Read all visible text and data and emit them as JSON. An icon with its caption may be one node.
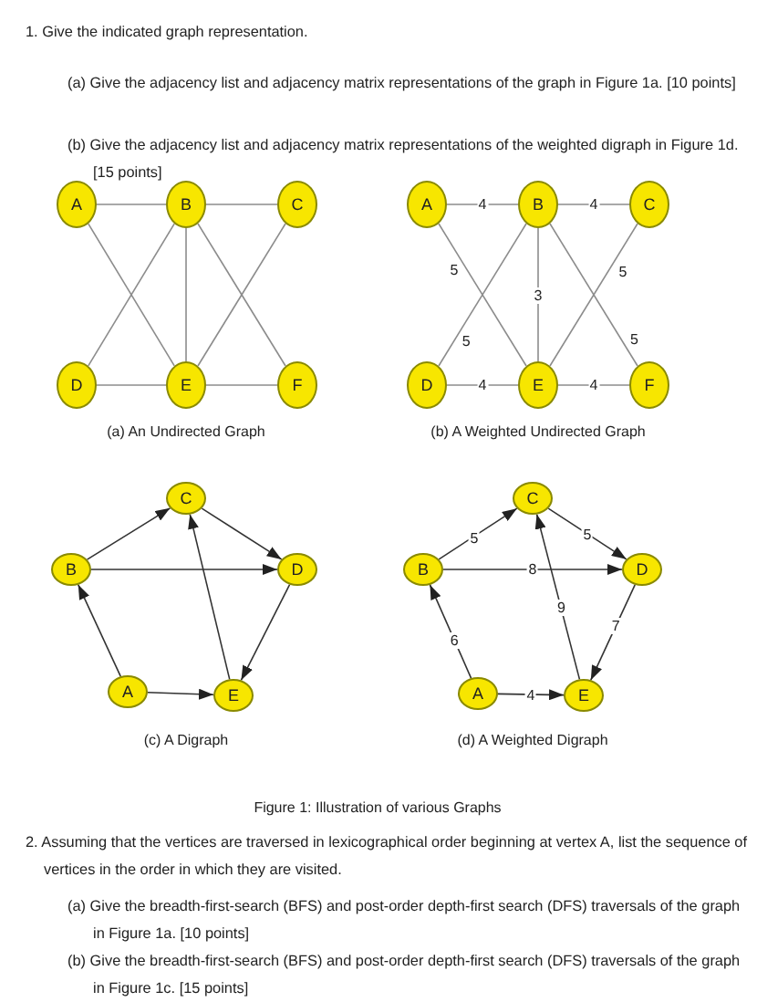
{
  "diagram": {
    "nodes": [
      {
        "text": [
          "A"
        ]
      },
      {
        "text": [
          "B"
        ]
      },
      {
        "text": [
          "C"
        ]
      },
      {
        "text": [
          "D"
        ]
      },
      {
        "text": [
          "E"
        ]
      },
      {
        "text": [
          "F"
        ]
      },
      {
        "text": [
          "A"
        ]
      },
      {
        "text": [
          "B"
        ]
      },
      {
        "text": [
          "C"
        ]
      },
      {
        "text": [
          "D"
        ]
      },
      {
        "text": [
          "E"
        ]
      },
      {
        "text": [
          "F"
        ]
      },
      {
        "text": [
          "C"
        ]
      },
      {
        "text": [
          "B"
        ]
      },
      {
        "text": [
          "D"
        ]
      },
      {
        "text": [
          "A"
        ]
      },
      {
        "text": [
          "E"
        ]
      },
      {
        "text": [
          "C"
        ]
      },
      {
        "text": [
          "B"
        ]
      },
      {
        "text": [
          "D"
        ]
      },
      {
        "text": [
          "A"
        ]
      },
      {
        "text": [
          "E"
        ]
      }
    ],
    "edges": [
      {
        "from": 0,
        "to": 1,
        "arrow": "none"
      },
      {
        "from": 1,
        "to": 2,
        "arrow": "none"
      },
      {
        "from": 0,
        "to": 4,
        "arrow": "none"
      },
      {
        "from": 1,
        "to": 3,
        "arrow": "none"
      },
      {
        "from": 1,
        "to": 4,
        "arrow": "none"
      },
      {
        "from": 1,
        "to": 5,
        "arrow": "none"
      },
      {
        "from": 2,
        "to": 4,
        "arrow": "none"
      },
      {
        "from": 3,
        "to": 4,
        "arrow": "none"
      },
      {
        "from": 4,
        "to": 5,
        "arrow": "none"
      },
      {
        "from": 6,
        "to": 7,
        "arrow": "none",
        "label": "4"
      },
      {
        "from": 7,
        "to": 8,
        "arrow": "none",
        "label": "4"
      },
      {
        "from": 6,
        "to": 10,
        "arrow": "none",
        "label": "5"
      },
      {
        "from": 7,
        "to": 9,
        "arrow": "none",
        "label": "5"
      },
      {
        "from": 7,
        "to": 10,
        "arrow": "none",
        "label": "3"
      },
      {
        "from": 7,
        "to": 11,
        "arrow": "none",
        "label": "5"
      },
      {
        "from": 8,
        "to": 10,
        "arrow": "none",
        "label": "5"
      },
      {
        "from": 9,
        "to": 10,
        "arrow": "none",
        "label": "4"
      },
      {
        "from": 10,
        "to": 11,
        "arrow": "none",
        "label": "4"
      },
      {
        "from": 13,
        "to": 12,
        "arrow": "to"
      },
      {
        "from": 12,
        "to": 14,
        "arrow": "to"
      },
      {
        "from": 13,
        "to": 14,
        "arrow": "to"
      },
      {
        "from": 15,
        "to": 13,
        "arrow": "to"
      },
      {
        "from": 16,
        "to": 12,
        "arrow": "to"
      },
      {
        "from": 14,
        "to": 16,
        "arrow": "to"
      },
      {
        "from": 15,
        "to": 16,
        "arrow": "to"
      },
      {
        "from": 18,
        "to": 17,
        "arrow": "to",
        "label": "5"
      },
      {
        "from": 17,
        "to": 19,
        "arrow": "to",
        "label": "5"
      },
      {
        "from": 18,
        "to": 19,
        "arrow": "to",
        "label": "8"
      },
      {
        "from": 20,
        "to": 18,
        "arrow": "to",
        "label": "6"
      },
      {
        "from": 21,
        "to": 17,
        "arrow": "to",
        "label": "9"
      },
      {
        "from": 19,
        "to": 21,
        "arrow": "to",
        "label": "7"
      },
      {
        "from": 20,
        "to": 21,
        "arrow": "to",
        "label": "4"
      }
    ],
    "labels": [
      "1. Give the indicated graph representation.",
      "(a) Give the adjacency list and adjacency matrix representations of the graph in Figure 1a. [10 points]",
      "(b) Give the adjacency list and adjacency matrix representations of the weighted digraph in Figure 1d. [15 points]",
      "(a) An Undirected Graph",
      "(b) A Weighted Undirected Graph",
      "(c) A Digraph",
      "(d) A Weighted Digraph",
      "Figure 1: Illustration of various Graphs",
      "2. Assuming that the vertices are traversed in lexicographical order beginning at vertex A, list the sequence of vertices in the order in which they are visited.",
      "(a) Give the breadth-first-search (BFS) and post-order depth-first search (DFS) traversals of the graph in Figure 1a. [10 points]",
      "(b) Give the breadth-first-search (BFS) and post-order depth-first search (DFS) traversals of the graph in Figure 1c. [15 points]"
    ]
  }
}
